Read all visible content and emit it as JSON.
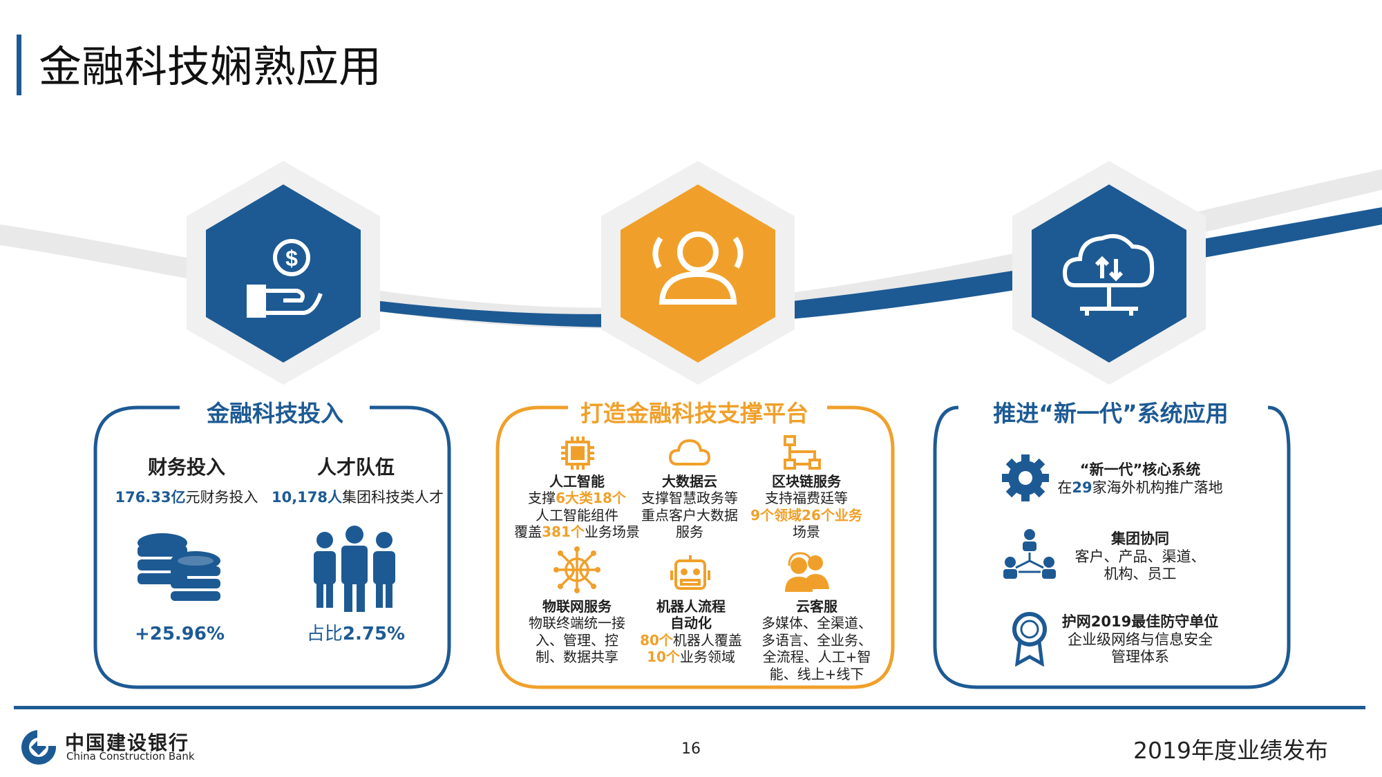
{
  "title": "金融科技娴熟应用",
  "colors": {
    "blue": "#1d5a94",
    "orange": "#f0a02a",
    "gray": "#e7e7e7"
  },
  "hexagons": [
    {
      "icon": "dollar-hand-icon",
      "color": "#1d5a94"
    },
    {
      "icon": "people-group-icon",
      "color": "#f0a02a"
    },
    {
      "icon": "cloud-network-icon",
      "color": "#1d5a94"
    }
  ],
  "panel1": {
    "title": "金融科技投入",
    "left": {
      "heading": "财务投入",
      "value": "176.33亿",
      "desc": "元财务投入",
      "icon": "coins-stack-icon",
      "stat": "+25.96%"
    },
    "right": {
      "heading": "人才队伍",
      "value": "10,178人",
      "desc": "集团科技类人才",
      "icon": "team-people-icon",
      "stat_prefix": "占比",
      "stat": "2.75%"
    }
  },
  "panel2": {
    "title": "打造金融科技支撑平台",
    "items": [
      {
        "icon": "chip-icon",
        "heading": "人工智能",
        "l1a": "支撑",
        "l1b": "6大类18个",
        "l2": "人工智能组件",
        "l3a": "覆盖",
        "l3b": "381个",
        "l3c": "业务场景"
      },
      {
        "icon": "cloud-icon",
        "heading": "大数据云",
        "l1": "支撑智慧政务等",
        "l2": "重点客户大数据",
        "l3": "服务"
      },
      {
        "icon": "blockchain-icon",
        "heading": "区块链服务",
        "l1": "支持福费廷等",
        "l2": "9个领域26个业务",
        "l3": "场景"
      },
      {
        "icon": "iot-network-icon",
        "heading": "物联网服务",
        "l1": "物联终端统一接",
        "l2": "入、管理、控",
        "l3": "制、数据共享"
      },
      {
        "icon": "robot-icon",
        "h1": "机器人流程",
        "h2": "自动化",
        "l1a": "80个",
        "l1b": "机器人覆盖",
        "l2a": "10个",
        "l2b": "业务领域"
      },
      {
        "icon": "headset-service-icon",
        "heading": "云客服",
        "l1": "多媒体、全渠道、",
        "l2": "多语言、全业务、",
        "l3": "全流程、人工+智",
        "l4": "能、线上+线下"
      }
    ]
  },
  "panel3": {
    "title": "推进“新一代”系统应用",
    "items": [
      {
        "icon": "gear-icon",
        "heading": "“新一代”核心系统",
        "l1a": "在",
        "l1b": "29",
        "l1c": "家海外机构推广落地"
      },
      {
        "icon": "org-collaboration-icon",
        "heading": "集团协同",
        "l1": "客户、产品、渠道、",
        "l2": "机构、员工"
      },
      {
        "icon": "award-ribbon-icon",
        "heading": "护网2019最佳防守单位",
        "l1": "企业级网络与信息安全",
        "l2": "管理体系"
      }
    ]
  },
  "footer": {
    "bank_cn": "中国建设银行",
    "bank_en": "China Construction Bank",
    "page": "16",
    "report": "2019年度业绩发布"
  }
}
